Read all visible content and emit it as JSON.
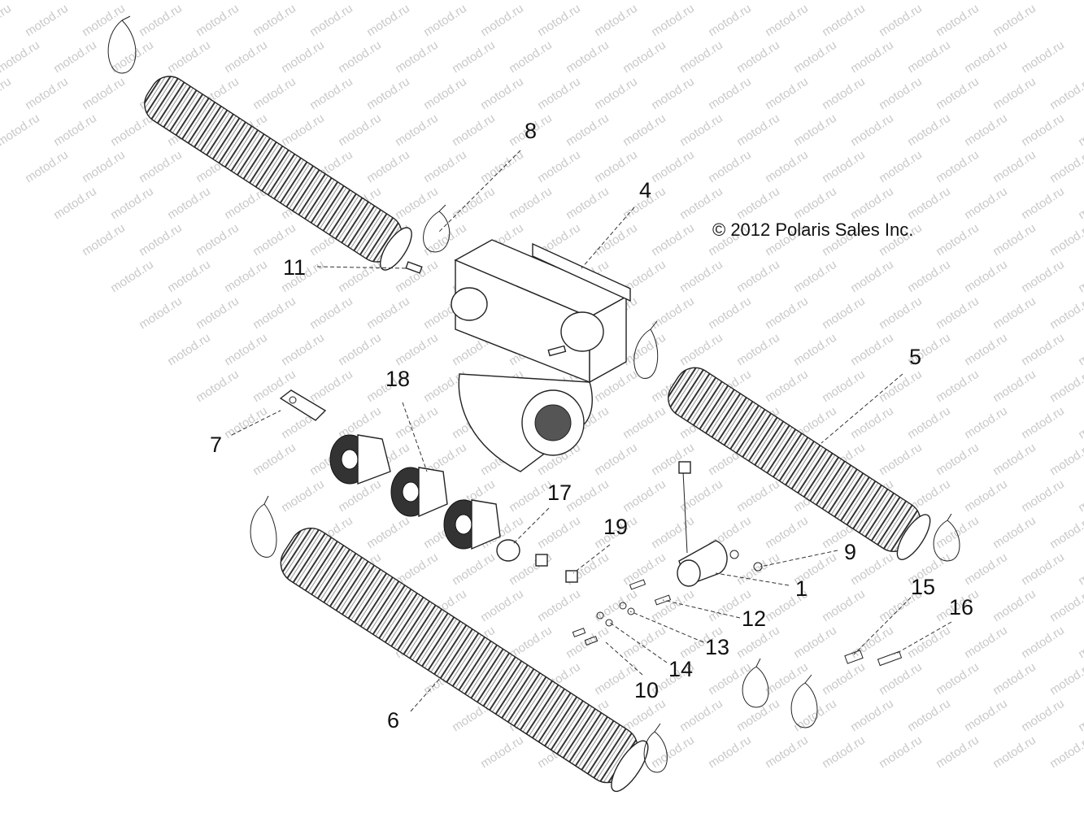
{
  "copyright": "© 2012 Polaris Sales Inc.",
  "watermark": "motod.ru",
  "callouts": [
    "8",
    "4",
    "11",
    "5",
    "18",
    "7",
    "17",
    "19",
    "9",
    "1",
    "12",
    "15",
    "16",
    "13",
    "14",
    "10",
    "6"
  ]
}
